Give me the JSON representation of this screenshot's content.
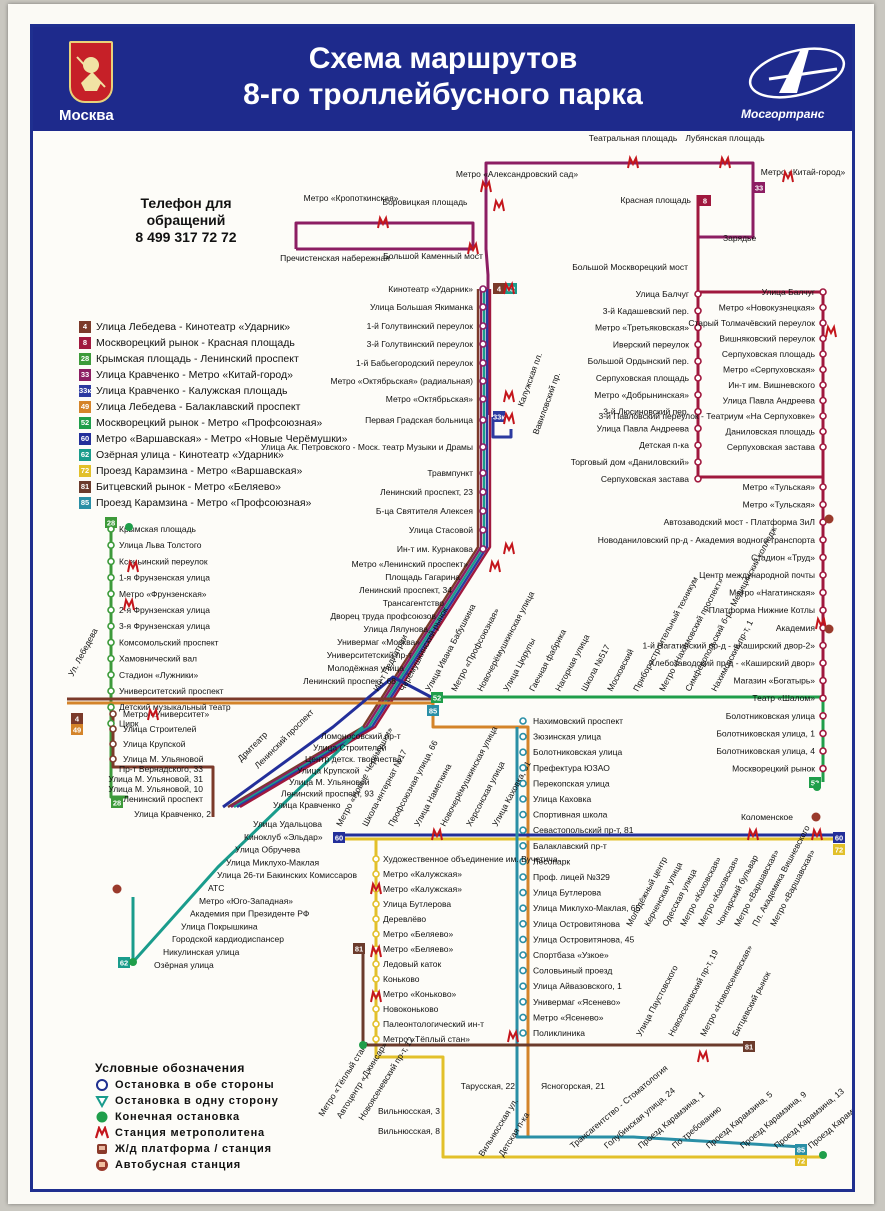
{
  "header": {
    "title_line1": "Схема маршрутов",
    "title_line2": "8-го троллейбусного парка",
    "city": "Москва",
    "operator": "Мосгортранс"
  },
  "phone": {
    "label_line1": "Телефон для",
    "label_line2": "обращений",
    "number": "8 499 317 72 72"
  },
  "colors": {
    "r4": "#7b3a2a",
    "r8": "#a0183e",
    "r28": "#3d9a3a",
    "r33": "#8c1e63",
    "r33k": "#2c3aa0",
    "r49": "#d4842a",
    "r52": "#1f9e4a",
    "r60": "#232f9a",
    "r62": "#1a9c8c",
    "r72": "#e2c02a",
    "r81": "#6b3b2c",
    "r85": "#2a8fa6",
    "frame": "#1f2f8f"
  },
  "routes": [
    {
      "num": "4",
      "color": "#7b3a2a",
      "text": "Улица Лебедева - Кинотеатр «Ударник»"
    },
    {
      "num": "8",
      "color": "#a0183e",
      "text": "Москворецкий рынок - Красная площадь"
    },
    {
      "num": "28",
      "color": "#3d9a3a",
      "text": "Крымская площадь - Ленинский проспект"
    },
    {
      "num": "33",
      "color": "#8c1e63",
      "text": "Улица Кравченко - Метро «Китай-город»"
    },
    {
      "num": "33к",
      "color": "#2c3aa0",
      "text": "Улица Кравченко - Калужская площадь"
    },
    {
      "num": "49",
      "color": "#d4842a",
      "text": "Улица Лебедева - Балаклавский проспект"
    },
    {
      "num": "52",
      "color": "#1f9e4a",
      "text": "Москворецкий рынок - Метро «Профсоюзная»"
    },
    {
      "num": "60",
      "color": "#232f9a",
      "text": "Метро «Варшавская» - Метро «Новые Черёмушки»"
    },
    {
      "num": "62",
      "color": "#1a9c8c",
      "text": "Озёрная улица - Кинотеатр «Ударник»"
    },
    {
      "num": "72",
      "color": "#e2c02a",
      "text": "Проезд Карамзина - Метро «Варшавская»"
    },
    {
      "num": "81",
      "color": "#6b3b2c",
      "text": "Битцевский рынок - Метро «Беляево»"
    },
    {
      "num": "85",
      "color": "#2a8fa6",
      "text": "Проезд Карамзина - Метро «Профсоюзная»"
    }
  ],
  "legend_keys": {
    "title": "Условные обозначения",
    "items": [
      {
        "icon": "circle-both-icon",
        "text": "Остановка в обе стороны"
      },
      {
        "icon": "triangle-one-way-icon",
        "text": "Остановка в одну сторону"
      },
      {
        "icon": "terminal-dot-icon",
        "text": "Конечная остановка"
      },
      {
        "icon": "metro-m-icon",
        "text": "Станция метрополитена"
      },
      {
        "icon": "rail-platform-icon",
        "text": "Ж/д платформа / станция"
      },
      {
        "icon": "bus-station-icon",
        "text": "Автобусная станция"
      }
    ]
  },
  "stations": {
    "center_top": [
      "Метро «Кропоткинская»",
      "Боровицкая площадь",
      "Пречистенская набережная",
      "Большой Каменный мост",
      "Метро «Александровский сад»",
      "Театральная площадь",
      "Лубянская площадь",
      "Метро «Китай-город»",
      "Красная площадь",
      "Зарядье",
      "Большой Москворецкий мост"
    ],
    "central_trunk": [
      "Кинотеатр «Ударник»",
      "Улица Большая Якиманка",
      "1-й Голутвинский переулок",
      "3-й Голутвинский переулок",
      "1-й Бабьегородский переулок",
      "Метро «Октябрьская» (радиальная)",
      "Метро «Октябрьская»",
      "Первая Градская больница",
      "Улица Ак. Петровского - Моск. театр Музыки и Драмы",
      "Травмпункт",
      "Ленинский проспект, 23",
      "Б-ца Святителя Алексея",
      "Улица Стасовой",
      "Ин-т им. Курнакова",
      "Метро «Ленинский проспект»",
      "Площадь Гагарина",
      "Ленинский проспект, 34",
      "Трансагентство",
      "Дворец труда профсоюзов",
      "Улица Лялунова",
      "Универмаг «Москва»",
      "Университетский пр-т",
      "Молодёжная улица",
      "Ленинский проспект, 68"
    ],
    "kaluzhskaya": [
      "Калужская пл.",
      "Вавиловский пр."
    ],
    "route8_left": [
      "Улица Балчуг",
      "3-й Кадашевский пер.",
      "Метро «Третьяковская»",
      "Иверский переулок",
      "Большой Ордынский пер.",
      "Серпуховская площадь",
      "Метро «Добрынинская»",
      "3-й Люсиновский пер.",
      "Улица Павла Андреева",
      "Детская п-ка",
      "Торговый дом «Даниловский»",
      "Серпуховская застава"
    ],
    "route8_right": [
      "Улица Балчуг",
      "Метро «Новокузнецкая»",
      "Старый Толмачёвский переулок",
      "Вишняковский переулок",
      "Серпуховская площадь",
      "Метро «Серпуховская»",
      "Ин-т им. Вишневского",
      "Улица Павла Андреева",
      "3-й Павловский переулок - Театриум «На Серпуховке»",
      "Даниловская площадь",
      "Серпуховская застава"
    ],
    "route8_south": [
      "Метро «Тульская»",
      "Метро «Тульская»",
      "Автозаводский мост - Платформа ЗиЛ",
      "Новоданиловский пр-д - Академия водного транспорта",
      "Стадион «Труд»",
      "Центр международной почты",
      "Метро «Нагатинская»",
      "Платформа Нижние Котлы",
      "Академия",
      "1-й Нагатинский пр-д - «Каширский двор-2»",
      "Хлебозаводский пр-д - «Каширский двор»",
      "Магазин «Богатырь»",
      "Театр «Шалом»",
      "Болотниковская улица",
      "Болотниковская улица, 1",
      "Болотниковская улица, 4",
      "Москворецкий рынок"
    ],
    "route28": [
      "Крымская площадь",
      "Улица Льва Толстого",
      "Ксеньинский переулок",
      "1-я Фрунзенская улица",
      "Метро «Фрунзенская»",
      "2-я Фрунзенская улица",
      "3-я Фрунзенская улица",
      "Комсомольский проспект",
      "Хамовнический вал",
      "Стадион «Лужники»",
      "Университетский проспект",
      "Детский музыкальный театр",
      "Цирк"
    ],
    "west": [
      "Ул. Лебедева",
      "Метро «Университет»",
      "Улица Строителей",
      "Улица Крупской",
      "Улица М. Ульяновой",
      "Пр-т Вернадского, 33",
      "Улица М. Ульяновой, 31",
      "Улица М. Ульяновой, 10",
      "Ленинский проспект",
      "Улица Кравченко, 2"
    ],
    "diagonal_west": [
      "Дрмтеатр",
      "Ленинский проспект",
      "Ломоносовский пр-т",
      "Улица Строителей",
      "Центр детск. творчества",
      "Улица Крупской",
      "Улица М. Ульяновой",
      "Ленинский проспект, 93",
      "Улица Кравченко"
    ],
    "route62": [
      "Улица Удальцова",
      "Киноклуб «Эльдар»",
      "Улица Обручева",
      "Улица Миклухо-Маклая",
      "Улица 26-ти Бакинских Комиссаров",
      "АТС",
      "Метро «Юго-Западная»",
      "Академия при Президенте РФ",
      "Улица Покрышкина",
      "Городской кардиодиспансер",
      "Никулинская улица",
      "Озёрная улица"
    ],
    "diagonal_up": [
      "Ин-т Педиатрии",
      "Черёмушкинский рынок",
      "Улица Ивана Бабушкина",
      "Метро «Профсоюзная»",
      "Новочерёмушкинская улица",
      "Улица Цюрупы",
      "Гаечная фабрика",
      "Нагорная улица",
      "Школа №517",
      "Московский",
      "Приборостроительный техникум",
      "Метро «Нахимовский проспект»",
      "Симферопольский б-р - Медицинский колледж",
      "Нахимовский пр-т, 1"
    ],
    "cheremushki": [
      "Метро «Новые Черёмушки»",
      "Школа-интернат №17",
      "Профсоюзная улица, 66",
      "Улица Наметкина",
      "Новочерёмушкинская улица",
      "Херсонская улица",
      "Улица Каховка, 31"
    ],
    "nakhimovsky": [
      "Нахимовский проспект",
      "Зюзинская улица",
      "Болотниковская улица",
      "Префектура ЮЗАО",
      "Перекопская улица",
      "Улица Каховка",
      "Спортивная школа",
      "Севастопольский пр-т, 81",
      "Балаклавский пр-т",
      "Лесопарк",
      "Проф. лицей №329",
      "Улица Бутлерова",
      "Улица Миклухо-Маклая, 65",
      "Улица Островитянова",
      "Улица Островитянова, 45",
      "Спортбаза «Узкое»",
      "Соловьиный проезд",
      "Улица Айвазовского, 1",
      "Универмаг «Ясенево»",
      "Метро «Ясенево»",
      "Поликлиника"
    ],
    "kaluzhskaya_south": [
      "Художественное объединение им. Вучетича",
      "Метро «Калужская»",
      "Метро «Калужская»",
      "Улица Бутлерова",
      "Деревлёво",
      "Метро «Беляево»",
      "Метро «Беляево»",
      "Ледовый каток",
      "Коньково",
      "Метро «Коньково»",
      "Новоконьково",
      "Палеонтологический ин-т",
      "Метро «Тёплый стан»"
    ],
    "south_west": [
      "Метро «Тёплый стан»",
      "Автоцентр «Джинсар»",
      "Новоясеневский пр-т, 12",
      "Вильнюсская, 3",
      "Вильнюсская, 8",
      "Вильнюсская ул.",
      "Детская п-ка",
      "Тарусская, 22",
      "Ясногорская, 21"
    ],
    "south_diagonal": [
      "Трансагентство - Стоматология",
      "Голубинская улица, 24",
      "Проезд Карамзина, 1",
      "По требованию",
      "Проезд Карамзина, 5",
      "Проезд Карамзина, 9",
      "Проезд Карамзина, 13",
      "Проезд Карамзина"
    ],
    "kakhovka_east": [
      "Молодёжный центр",
      "Керченская улица",
      "Одесская улица",
      "Метро «Каховская»",
      "Метро «Каховская»",
      "Чонгарский бульвар",
      "Метро «Варшавская»",
      "Пл. Академика Вишневского",
      "Метро «Варшавская»",
      "Коломенское"
    ],
    "yasenevo_east": [
      "Улица Паустовского",
      "Новоясеневский пр-т, 19",
      "Метро «Новоясеневская»",
      "Битцевский рынок"
    ]
  },
  "route_tags": {
    "t4": "4",
    "t8": "8",
    "t28": "28",
    "t33": "33",
    "t33k": "33к",
    "t49": "49",
    "t52": "52",
    "t60": "60",
    "t62": "62",
    "t72": "72",
    "t81": "81",
    "t85": "85"
  }
}
